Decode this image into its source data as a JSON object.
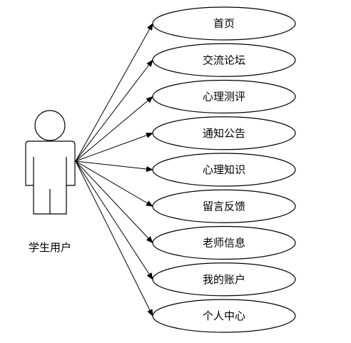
{
  "actor": {
    "label": "学生用户"
  },
  "use_cases": [
    {
      "label": "首页"
    },
    {
      "label": "交流论坛"
    },
    {
      "label": "心理测评"
    },
    {
      "label": "通知公告"
    },
    {
      "label": "心理知识"
    },
    {
      "label": "留言反馈"
    },
    {
      "label": "老师信息"
    },
    {
      "label": "我的账户"
    },
    {
      "label": "个人中心"
    }
  ]
}
